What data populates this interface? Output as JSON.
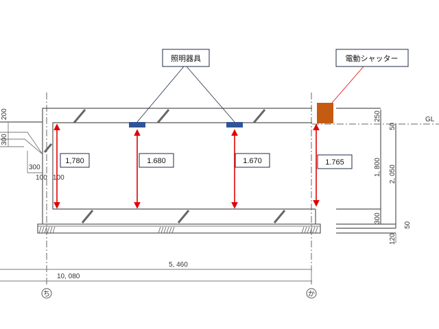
{
  "callouts": {
    "lighting": "照明器具",
    "shutter": "電動シャッター"
  },
  "measurements": [
    "1,780",
    "1.680",
    "1.670",
    "1.765"
  ],
  "dimensions": {
    "left_200": "200",
    "left_300_a": "300",
    "left_300_b": "300",
    "left_100_a": "100",
    "left_100_b": "100",
    "right_250": "250",
    "right_50_top": "50",
    "right_1800": "1, 800",
    "right_2050": "2, 050",
    "right_300": "300",
    "right_50_bottom": "50",
    "right_120": "120",
    "span_5460": "5, 460",
    "span_10080": "10, 080",
    "gl": "GL"
  },
  "grid_axes": [
    "ち",
    "か"
  ],
  "colors": {
    "light_fixture": "#2f5597",
    "shutter": "#c55a11",
    "arrow": "#e00000",
    "callout_line": "#1f2a44",
    "shutter_line": "#e00000"
  }
}
